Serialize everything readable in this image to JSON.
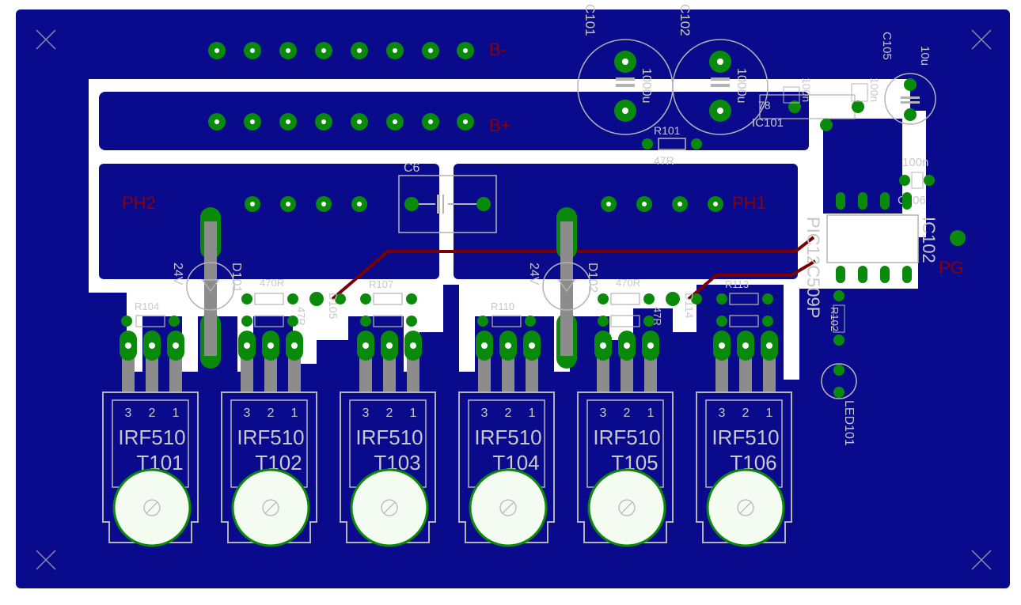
{
  "colors": {
    "board": "#0a0a8c",
    "copper": "#ffffff",
    "pad": "#0a8a0a",
    "trace": "#7a0000",
    "silkscreen": "#b4b4b4",
    "net_label": "#8b0000"
  },
  "net_labels": {
    "b_minus": "B-",
    "b_plus": "B+",
    "ph2": "PH2",
    "ph1": "PH1",
    "pg": "PG"
  },
  "capacitors": {
    "c101": {
      "name": "C101",
      "value": "1000u"
    },
    "c102": {
      "name": "C102",
      "value": "1000u"
    },
    "c105": {
      "name": "C105",
      "value": "10u"
    },
    "c106": {
      "name": "C106",
      "value": "100n"
    },
    "c6": {
      "name": "C6"
    },
    "c103_value": "100n",
    "c104_value": "100n"
  },
  "ics": {
    "ic101": {
      "name": "IC101",
      "value": "78"
    },
    "ic102": {
      "name": "IC102",
      "value": "PIC12C509P"
    }
  },
  "resistors": {
    "r101": {
      "name": "R101",
      "value": "47R"
    },
    "r102": {
      "name": "R102"
    },
    "r104": {
      "name": "R104"
    },
    "r107": {
      "name": "R107"
    },
    "r110": {
      "name": "R110"
    },
    "r113": {
      "name": "R113"
    },
    "r_470": "470R",
    "r_47": "47R"
  },
  "diodes": {
    "d101": {
      "name": "D101",
      "value": "24V"
    },
    "d102": {
      "name": "D102",
      "value": "24V"
    },
    "d105": "D105",
    "d114": "D114"
  },
  "led": {
    "name": "LED101"
  },
  "pin_labels": [
    "3",
    "2",
    "1"
  ],
  "transistors": [
    {
      "part": "IRF510",
      "name": "T101"
    },
    {
      "part": "IRF510",
      "name": "T102"
    },
    {
      "part": "IRF510",
      "name": "T103"
    },
    {
      "part": "IRF510",
      "name": "T104"
    },
    {
      "part": "IRF510",
      "name": "T105"
    },
    {
      "part": "IRF510",
      "name": "T106"
    }
  ]
}
